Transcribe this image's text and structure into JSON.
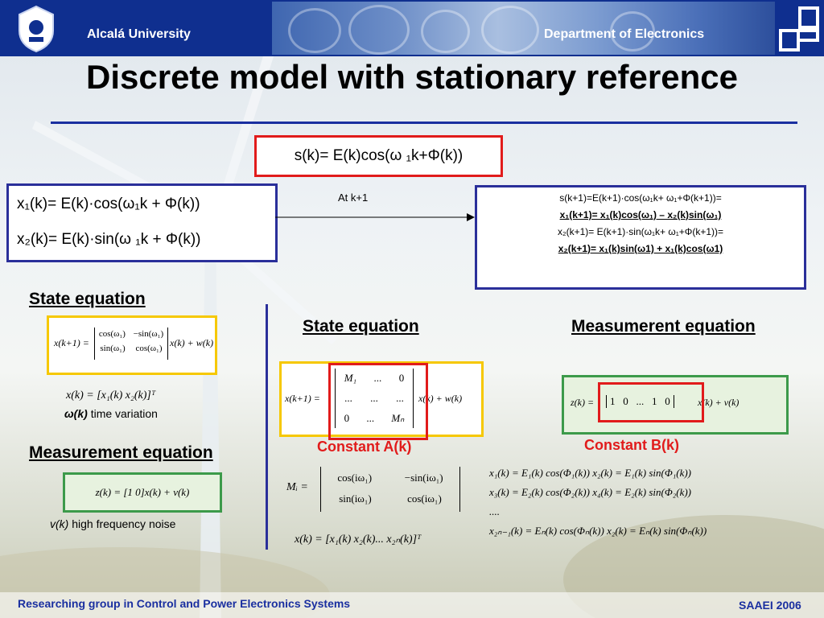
{
  "header": {
    "university": "Alcalá University",
    "department": "Department of Electronics"
  },
  "title": "Discrete model with stationary reference",
  "signal": "s(k)= E(k)cos(ω ₁k+Φ(k))",
  "left_defs": {
    "x1": "x₁(k)= E(k)·cos(ω₁k + Φ(k))",
    "x2": "x₂(k)= E(k)·sin(ω ₁k + Φ(k))"
  },
  "at_k1": "At k+1",
  "next_step": {
    "line1": "s(k+1)=E(k+1)·cos(ω₁k+ ω₁+Φ(k+1))=",
    "line2": "x₁(k+1)= x₁(k)cos(ω₁) – x₂(k)sin(ω₁)",
    "line3": "x₂(k+1)= E(k+1)·sin(ω₁k+ ω₁+Φ(k+1))=",
    "line4": "x₂(k+1)= x₁(k)sin(ω1) + x₁(k)cos(ω1)"
  },
  "left_panel": {
    "state_heading": "State equation",
    "state_matrix": {
      "lhs": "x(k+1) =",
      "rows": [
        [
          "cos(ω₁)",
          "−sin(ω₁)"
        ],
        [
          "sin(ω₁)",
          "cos(ω₁)"
        ]
      ],
      "rhs": "x(k) + w(k)"
    },
    "state_vector": "x(k) = [x₁(k)  x₂(k)]ᵀ",
    "omega_symbol": "ω(k)",
    "omega_note": "time variation",
    "measure_heading": "Measurement equation",
    "measure_eq": "z(k) = [1  0]x(k) + v(k)",
    "noise_symbol": "v(k)",
    "noise_note": "high frequency noise"
  },
  "right_panel": {
    "state_heading": "State equation",
    "measure_heading": "Measumerent equation",
    "state_matrix": {
      "lhs": "x(k+1) =",
      "rows": [
        [
          "M₁",
          "...",
          "0"
        ],
        [
          "...",
          "...",
          "..."
        ],
        [
          "0",
          "...",
          "Mₙ"
        ]
      ],
      "rhs": "x(k) + w(k)"
    },
    "measure_eq": {
      "lhs": "z(k) =",
      "row": "1   0   ...   1   0",
      "rhs": "x(k) + v(k)"
    },
    "constant_a": "Constant A(k)",
    "constant_b": "Constant B(k)",
    "mi_label": "Mᵢ =",
    "mi_rows": [
      [
        "cos(iω₁)",
        "−sin(iω₁)"
      ],
      [
        "sin(iω₁)",
        "cos(iω₁)"
      ]
    ],
    "vector_n": "x(k) = [x₁(k)  x₂(k)...  x₂ₙ(k)]ᵀ",
    "components": [
      "x₁(k) = E₁(k) cos(Φ₁(k))   x₂(k) = E₁(k) sin(Φ₁(k))",
      "x₃(k) = E₂(k) cos(Φ₂(k))   x₄(k) = E₂(k) sin(Φ₂(k))",
      "....",
      "x₂ₙ₋₁(k) = Eₙ(k) cos(Φₙ(k))   x₂(k) = Eₙ(k) sin(Φₙ(k))"
    ]
  },
  "footer": {
    "left": "Researching group in Control and Power Electronics Systems",
    "right": "SAAEI 2006"
  },
  "colors": {
    "header_bg": "#0f2f8f",
    "accent_blue": "#2a2f9a",
    "accent_red": "#e11b1b",
    "accent_yellow": "#f6c800",
    "accent_green": "#3c9a4a",
    "footer_text": "#1a2fa0"
  }
}
